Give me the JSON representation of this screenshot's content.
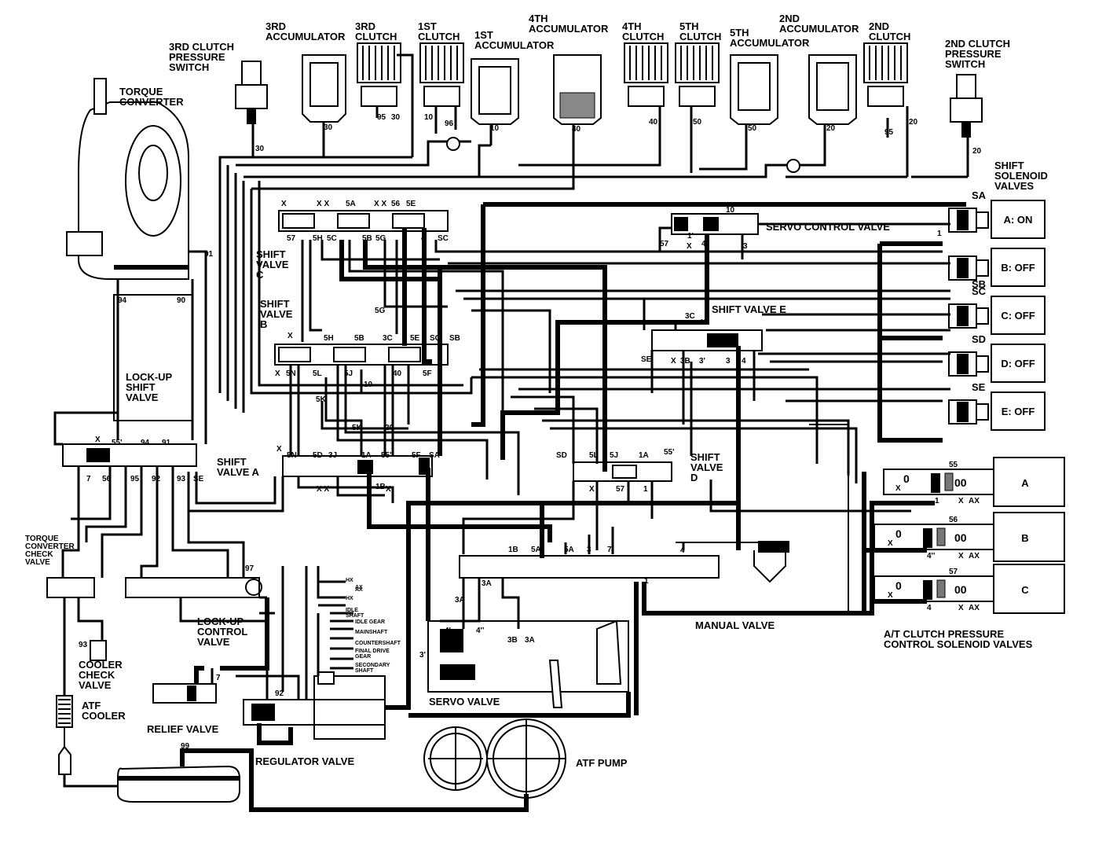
{
  "components": {
    "torque_converter": "TORQUE\nCONVERTER",
    "clutch3_switch": "3RD CLUTCH\nPRESSURE\nSWITCH",
    "acc3": "3RD\nACCUMULATOR",
    "clutch3": "3RD\nCLUTCH",
    "clutch1": "1ST\nCLUTCH",
    "acc1": "1ST\nACCUMULATOR",
    "acc4": "4TH\nACCUMULATOR",
    "clutch4": "4TH\nCLUTCH",
    "clutch5": "5TH\nCLUTCH",
    "acc5": "5TH\nACCUMULATOR",
    "acc2": "2ND\nACCUMULATOR",
    "clutch2": "2ND\nCLUTCH",
    "clutch2_switch": "2ND CLUTCH\nPRESSURE\nSWITCH",
    "shift_solenoids": "SHIFT\nSOLENOID\nVALVES",
    "servo_control": "SERVO CONTROL VALVE",
    "shift_c": "SHIFT\nVALVE\nC",
    "shift_b": "SHIFT\nVALVE\nB",
    "shift_e": "SHIFT VALVE E",
    "lockup_shift": "LOCK-UP\nSHIFT\nVALVE",
    "shift_a": "SHIFT\nVALVE A",
    "shift_d": "SHIFT\nVALVE\nD",
    "tc_check": "TORQUE\nCONVERTER\nCHECK\nVALVE",
    "lockup_control": "LOCK-UP\nCONTROL\nVALVE",
    "cooler_check": "COOLER\nCHECK\nVALVE",
    "atf_cooler": "ATF\nCOOLER",
    "relief": "RELIEF VALVE",
    "regulator": "REGULATOR VALVE",
    "servo": "SERVO VALVE",
    "atf_pump": "ATF PUMP",
    "manual": "MANUAL VALVE",
    "at_clutch_sol": "A/T CLUTCH PRESSURE\nCONTROL SOLENOID VALVES"
  },
  "solenoids": [
    {
      "label": "A: ON",
      "port": "SA"
    },
    {
      "label": "B: OFF",
      "port": "SB"
    },
    {
      "label": "C: OFF",
      "port": "SC"
    },
    {
      "label": "D: OFF",
      "port": "SD"
    },
    {
      "label": "E: OFF",
      "port": "SE"
    }
  ],
  "pressure_solenoids": [
    "A",
    "B",
    "C"
  ],
  "pressure_solenoid_ports": [
    "55",
    "56",
    "57"
  ],
  "shaft_labels": [
    "IDLE\nSHAFT",
    "IDLE GEAR",
    "MAINSHAFT",
    "COUNTERSHAFT",
    "FINAL DRIVE\nGEAR",
    "SECONDARY\nSHAFT"
  ],
  "line_numbers": {
    "n30a": "30",
    "n30b": "30",
    "n95": "95",
    "n30c": "30",
    "n10a": "10",
    "n96": "96",
    "n10b": "10",
    "n40a": "40",
    "n40b": "40",
    "n50a": "50",
    "n50b": "50",
    "n20a": "20",
    "n95b": "95",
    "n20b": "20",
    "n20c": "20",
    "n91": "91",
    "n94": "94",
    "n90": "90",
    "n99": "99",
    "n92": "92",
    "n93": "93",
    "n97": "97",
    "n1": "1",
    "n7": "7"
  },
  "port_labels": {
    "sc_top": [
      "X",
      "X X",
      "5A",
      "X X",
      "56",
      "5E"
    ],
    "sc_bot": [
      "57",
      "5H",
      "5C",
      "5B",
      "5G",
      "4",
      "SC"
    ],
    "sb_top": [
      "X",
      "5H",
      "5B",
      "3C",
      "5E",
      "SC",
      "SB",
      "5G"
    ],
    "sb_bot": [
      "X",
      "5N",
      "5L",
      "5J",
      "10",
      "40",
      "5F",
      "5K"
    ],
    "sa_top": [
      "X",
      "5K",
      "20",
      "5N",
      "5D",
      "3J",
      "1A",
      "55'",
      "5F",
      "SA"
    ],
    "sa_bot": [
      "X X",
      "1B",
      "X"
    ],
    "sd": [
      "SD",
      "5L",
      "5J",
      "1A",
      "55'",
      "X",
      "57",
      "1"
    ],
    "se": [
      "3C",
      "X",
      "SE",
      "X",
      "3B",
      "3'",
      "3",
      "4"
    ],
    "servo_ctrl": [
      "10",
      "57",
      "X",
      "1'",
      "4'",
      "3"
    ],
    "lockup": [
      "X",
      "55'",
      "94",
      "91",
      "7",
      "56",
      "95",
      "92",
      "93",
      "SE"
    ],
    "manual": [
      "1B",
      "5A",
      "5A",
      "3",
      "7",
      "4",
      "1",
      "3A",
      "3A"
    ],
    "servo_valve": [
      "4'",
      "4''",
      "3B",
      "3A",
      "3'"
    ],
    "ps_a": [
      "X",
      "0",
      "1",
      "X",
      "AX"
    ],
    "ps_b": [
      "X",
      "0",
      "4''",
      "X",
      "AX"
    ],
    "ps_c": [
      "X",
      "0",
      "4",
      "X",
      "AX"
    ],
    "shaft": [
      "AX",
      "HX",
      "AX",
      "HX"
    ]
  }
}
